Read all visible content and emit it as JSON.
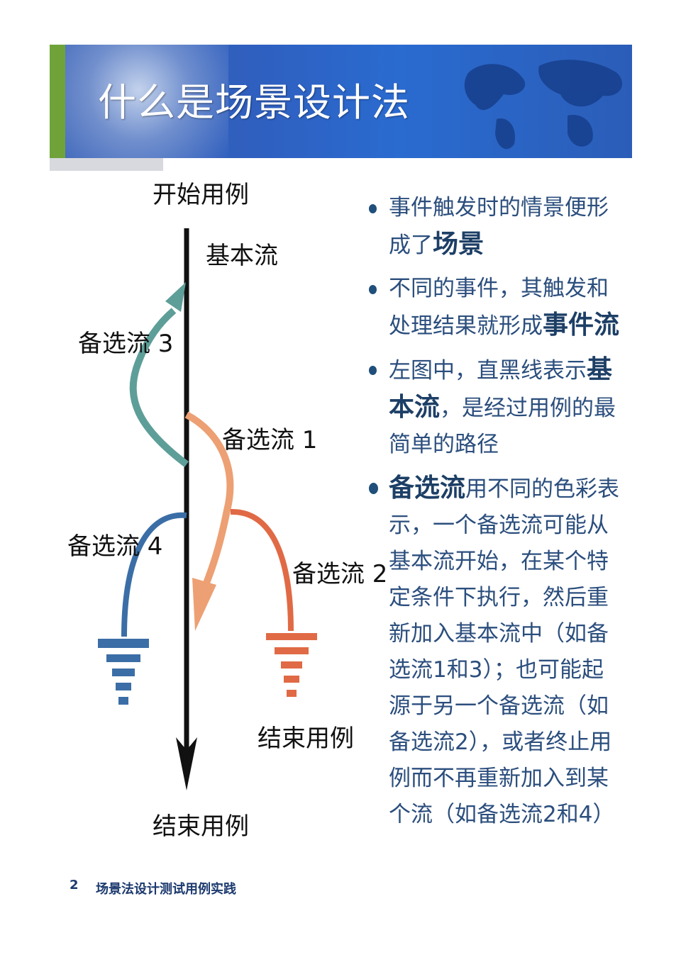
{
  "header": {
    "title": "什么是场景设计法"
  },
  "diagram": {
    "start_label": "开始用例",
    "basic_flow_label": "基本流",
    "alt3_label": "备选流 3",
    "alt1_label": "备选流 1",
    "alt4_label": "备选流 4",
    "alt2_label": "备选流 2",
    "end_label_right": "结束用例",
    "end_label_bottom": "结束用例"
  },
  "bullets": [
    {
      "pre": "事件触发时的情景便形成了",
      "highlight": "场景",
      "post": ""
    },
    {
      "pre": "不同的事件，其触发和处理结果就形成",
      "highlight": "事件流",
      "post": ""
    },
    {
      "pre": "左图中，直黑线表示",
      "highlight": "基本流",
      "post": "，是经过用例的最简单的路径"
    },
    {
      "pre": "",
      "highlight": "备选流",
      "post": "用不同的色彩表示，一个备选流可能从基本流开始，在某个特定条件下执行，然后重新加入基本流中（如备选流1和3）；也可能起源于另一个备选流（如备选流2），或者终止用例而不再重新加入到某个流（如备选流2和4）"
    }
  ],
  "footer": {
    "page_number": "2",
    "text": "场景法设计测试用例实践"
  },
  "colors": {
    "alt3": "#5e9e98",
    "alt1": "#eda073",
    "alt4": "#3b6ea6",
    "alt2": "#e06a45",
    "basic": "#111111",
    "bullet_text": "#2b4e7d"
  }
}
